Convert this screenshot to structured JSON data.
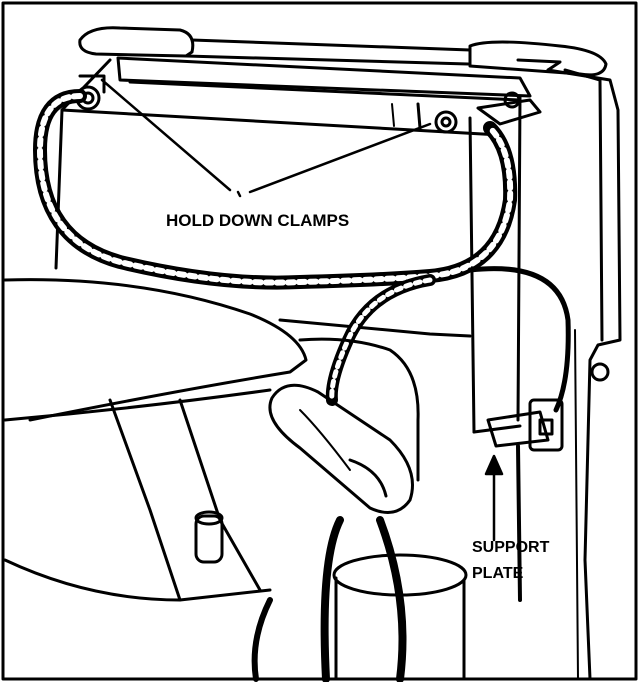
{
  "labels": {
    "hold_down_clamps": "HOLD DOWN CLAMPS",
    "support_plate_line1": "SUPPORT",
    "support_plate_line2": "PLATE"
  },
  "colors": {
    "ink": "#000000",
    "paper": "#ffffff"
  }
}
